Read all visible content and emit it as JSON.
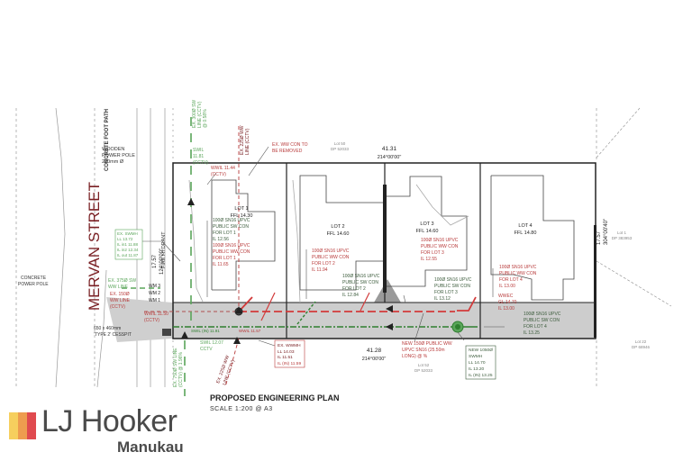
{
  "plan": {
    "title": "PROPOSED ENGINEERING PLAN",
    "scale": "SCALE 1:200 @ A3",
    "street": "MERVAN STREET",
    "footpath": "CONCRETE FOOT PATH",
    "fire_hydrant": "FIRE HYDRANT",
    "wooden_pole": [
      "WOODEN",
      "POWER POLE",
      "250mm Ø"
    ],
    "concrete_pole": [
      "CONCRETE",
      "POWER POLE"
    ],
    "cesspit": [
      "650 x 460mm",
      "'TYPE 2' CESSPIT"
    ],
    "boundary_top": {
      "length": "41.31",
      "bearing": "214°00'00\""
    },
    "boundary_bottom": {
      "length": "41.28",
      "bearing": "214°00'00\""
    },
    "boundary_left": {
      "length": "17.57",
      "bearing": "124°00'00\""
    },
    "boundary_right": {
      "length": "17.57",
      "bearing": "304°00'40\""
    },
    "neighbours": [
      {
        "lot": "Lot 50",
        "dp": "DP 52033"
      },
      {
        "lot": "Lot 52",
        "dp": "DP 52033"
      },
      {
        "lot": "Lot 1",
        "dp": "DP 383953"
      },
      {
        "lot": "Lot 22",
        "dp": "DP 68946"
      }
    ],
    "lots": [
      {
        "name": "LOT 1",
        "ffl": "FFL 14.30"
      },
      {
        "name": "LOT 2",
        "ffl": "FFL 14.60"
      },
      {
        "name": "LOT 3",
        "ffl": "FFL 14.60"
      },
      {
        "name": "LOT 4",
        "ffl": "FFL 14.80"
      }
    ],
    "annotations": {
      "ex_ww_con": [
        "EX. WW CON TO",
        "BE REMOVED"
      ],
      "ex_300_sw": [
        "EX. 300Ø SW",
        "LINE (CCTV)",
        "@ 0.58%"
      ],
      "swil_top": [
        "SWIL",
        "11.81",
        "(CCTV)"
      ],
      "ex_225_ww_top": [
        "EX. 225Ø WW",
        "LINE (CCTV)"
      ],
      "wwil_top": [
        "WWIL 11.44",
        "(CCTV)"
      ],
      "sw_lot1": [
        "100Ø SN16 UPVC",
        "PUBLIC SW CON",
        "FOR LOT 1",
        "IL 12.56"
      ],
      "ww_lot1": [
        "100Ø SN16 UPVC",
        "PUBLIC WW CON",
        "FOR LOT 1",
        "IL 11.65"
      ],
      "ww_lot2": [
        "100Ø SN16 UPVC",
        "PUBLIC WW CON",
        "FOR LOT 2",
        "IL 11.94"
      ],
      "sw_lot2": [
        "100Ø SN16 UPVC",
        "PUBLIC SW CON",
        "FOR LOT 2",
        "IL 12.84"
      ],
      "ww_lot3": [
        "100Ø SN16 UPVC",
        "PUBLIC WW CON",
        "FOR LOT 3",
        "IL 12.55"
      ],
      "sw_lot3": [
        "100Ø SN16 UPVC",
        "PUBLIC SW CON",
        "FOR LOT 3",
        "IL 13.12"
      ],
      "ww_lot4": [
        "100Ø SN16 UPVC",
        "PUBLIC WW CON",
        "FOR LOT 4",
        "IL 13.00"
      ],
      "wwec": [
        "WWEC",
        "GL 14.70",
        "IL 13.00"
      ],
      "sw_lot4": [
        "100Ø SN16 UPVC",
        "PUBLIC SW CON",
        "FOR LOT 4",
        "IL 13.25"
      ],
      "ex_swmh": [
        "EX. SWMH",
        "LL 13.72",
        "IL in1 11.88",
        "IL in2 12.34",
        "IL out 11.87"
      ],
      "ex_375_sw": [
        "EX. 375Ø SW",
        "WW LINE"
      ],
      "ex_150_ww": [
        "EX. 150Ø",
        "WW LINE",
        "(CCTV)"
      ],
      "wm": [
        "WM 3",
        "WM 2",
        "WM 1"
      ],
      "wwil_bottom": [
        "WWIL 11.50",
        "(CCTV)"
      ],
      "swil_in": "SWIL (IN) 11.91",
      "wwil_small": "WWIL 11.57",
      "swil_cctv": [
        "SWIL 12.07",
        "CCTV"
      ],
      "ex_750_sw": [
        "EX. 750Ø SW LINE",
        "(CCTV) @ 1.96%"
      ],
      "ex_225_ww_bottom": [
        "EX. 225Ø WW",
        "LINE (CCTV)"
      ],
      "ex_wwmh": [
        "EX. WWMH",
        "LL 14.03",
        "IL 11.51",
        "IL (IN) 11.59"
      ],
      "new_150_ww": [
        "NEW 150Ø PUBLIC WW",
        "UPVC SN16 (25.50m",
        "LONG) @ %"
      ],
      "new_1050_swmh": [
        "NEW 1050Ø",
        "SWMH",
        "LL 14.70",
        "IL 13.20",
        "IL (IN) 13.25"
      ]
    }
  },
  "brand": {
    "name": "LJ Hooker",
    "branch": "Manukau",
    "colors": [
      "#f6cf5e",
      "#ee9c4f",
      "#e04a4f"
    ]
  },
  "colors": {
    "ww": "#b83a3a",
    "sw": "#5aa55a",
    "line": "#222222",
    "street": "#7a2024",
    "hatch": "#c8c8c8"
  }
}
